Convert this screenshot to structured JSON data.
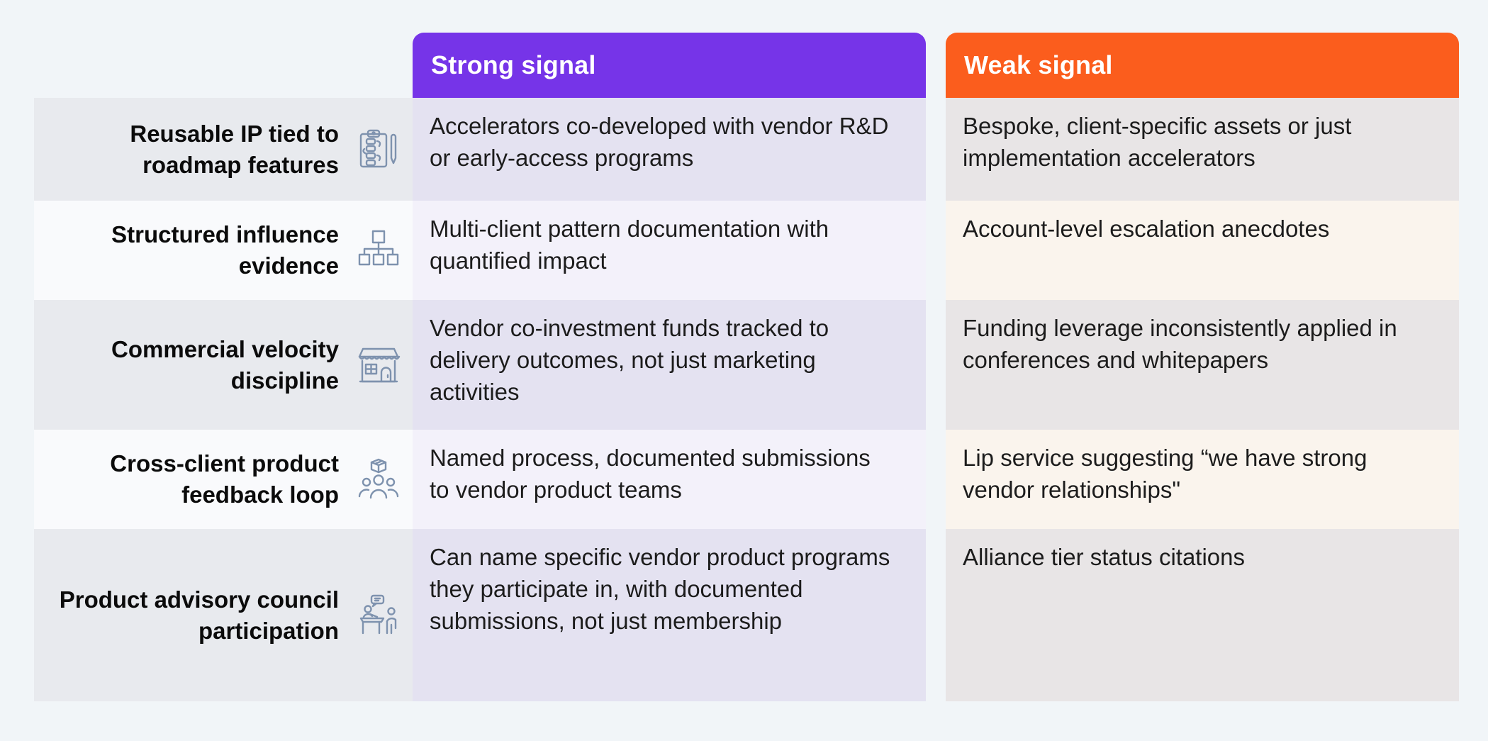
{
  "theme": {
    "page_bg": "#F1F5F8",
    "strong_header_bg": "#7634E8",
    "weak_header_bg": "#FB5D1D",
    "label_cell_odd_bg": "#E8EAEE",
    "label_cell_even_bg": "#F9FAFC",
    "strong_cell_odd_bg": "#E4E2F1",
    "strong_cell_even_bg": "#F3F1FA",
    "weak_cell_odd_bg": "#E8E5E6",
    "weak_cell_even_bg": "#FAF4ED",
    "icon_stroke": "#7E92AE"
  },
  "table": {
    "columns": [
      {
        "key": "strong",
        "label": "Strong signal"
      },
      {
        "key": "weak",
        "label": "Weak signal"
      }
    ],
    "rows": [
      {
        "label": "Reusable IP tied to roadmap features",
        "icon": "clipboard-checklist-pencil-icon",
        "strong": "Accelerators co-developed with vendor R&D or early-access programs",
        "weak": "Bespoke, client-specific assets or just implementation accelerators"
      },
      {
        "label": "Structured influence evidence",
        "icon": "hierarchy-icon",
        "strong": "Multi-client pattern documentation with quantified impact",
        "weak": "Account-level escalation anecdotes"
      },
      {
        "label": "Commercial velocity discipline",
        "icon": "storefront-icon",
        "strong": "Vendor co-investment funds tracked to delivery outcomes, not just marketing activities",
        "weak": "Funding leverage inconsistently applied in conferences and whitepapers"
      },
      {
        "label": "Cross-client product feedback loop",
        "icon": "group-package-icon",
        "strong": "Named process, documented submissions to vendor product teams",
        "weak": "Lip service suggesting “we have strong vendor relationships\""
      },
      {
        "label": "Product advisory council participation",
        "icon": "advisory-meeting-icon",
        "strong": "Can name specific vendor product programs they participate in, with documented submissions, not just membership",
        "weak": "Alliance tier status citations"
      }
    ]
  }
}
